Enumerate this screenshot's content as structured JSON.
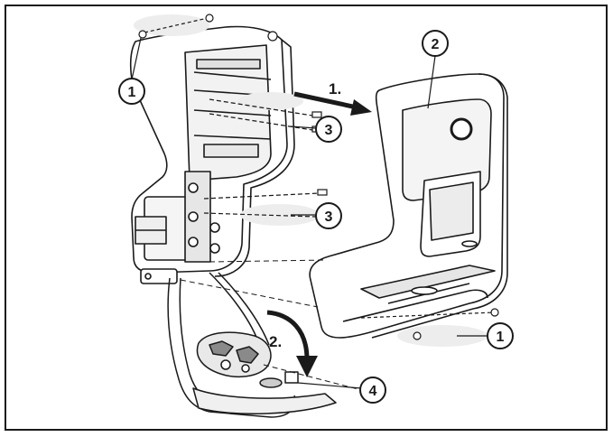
{
  "callouts": {
    "c1": "1",
    "c2": "2",
    "c3a": "3",
    "c3b": "3",
    "c4": "4",
    "c1b": "1"
  },
  "steps": {
    "step1": "1.",
    "step2": "2."
  },
  "colors": {
    "line": "#1a1a1a",
    "fill": "#ffffff",
    "shade": "#d9d9d9",
    "dark": "#555555"
  }
}
